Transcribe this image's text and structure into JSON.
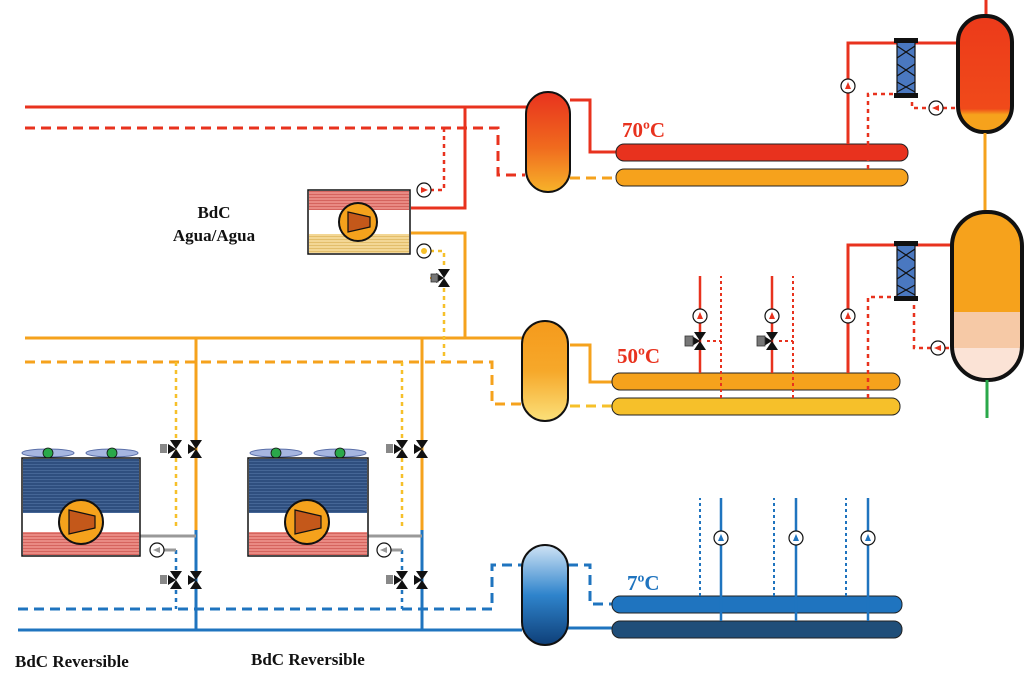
{
  "labels": {
    "hp_water": [
      "BdC",
      "Agua/Agua"
    ],
    "hp_rev_left": "BdC Reversible",
    "hp_rev_right": "BdC Reversible"
  },
  "temperatures": {
    "high": "70ºC",
    "medium": "50ºC",
    "low": "7ºC"
  },
  "colors": {
    "hot_red": "#e8321e",
    "hot_orange": "#f5a21c",
    "warm_orange": "#f4a21e",
    "yellow": "#f6c02a",
    "cold_blue": "#1f74bf",
    "dark_blue": "#1f4e79",
    "green": "#2aa84a",
    "temp_high_text": "#e8321e",
    "temp_medium_text": "#e8321e",
    "temp_low_text": "#1f74bf"
  },
  "icons": [
    "pump-icon",
    "three-way-valve-icon",
    "heat-exchanger-icon",
    "fan-icon",
    "compressor-icon",
    "buffer-tank-icon",
    "storage-tank-icon"
  ]
}
